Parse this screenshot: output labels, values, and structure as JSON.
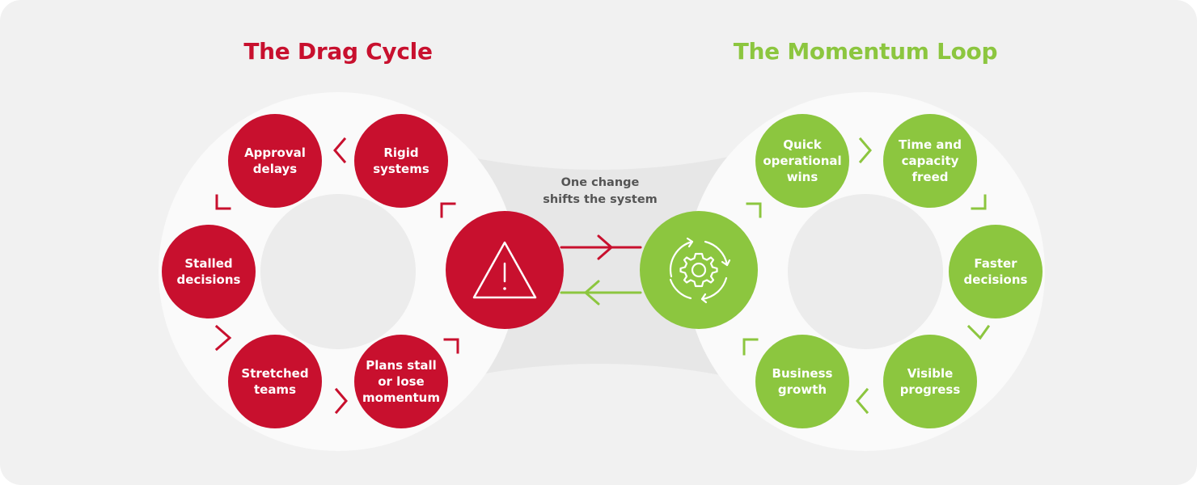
{
  "titles": {
    "left": "The Drag Cycle",
    "right": "The Momentum Loop"
  },
  "center_caption": "One change\nshifts the system",
  "drag_cycle": {
    "nodes": [
      {
        "label": "Approval\ndelays"
      },
      {
        "label": "Rigid\nsystems"
      },
      {
        "label": "Stalled\ndecisions"
      },
      {
        "label": "Stretched\nteams"
      },
      {
        "label": "Plans stall\nor lose\nmomentum"
      }
    ],
    "hub_icon": "warning-triangle-icon"
  },
  "momentum_loop": {
    "nodes": [
      {
        "label": "Quick\noperational\nwins"
      },
      {
        "label": "Time and\ncapacity\nfreed"
      },
      {
        "label": "Faster\ndecisions"
      },
      {
        "label": "Visible\nprogress"
      },
      {
        "label": "Business\ngrowth"
      }
    ],
    "hub_icon": "gear-cycle-icon"
  },
  "colors": {
    "red": "#c8102e",
    "green": "#8cc63f",
    "background": "#f1f1f1",
    "caption": "#555555"
  }
}
